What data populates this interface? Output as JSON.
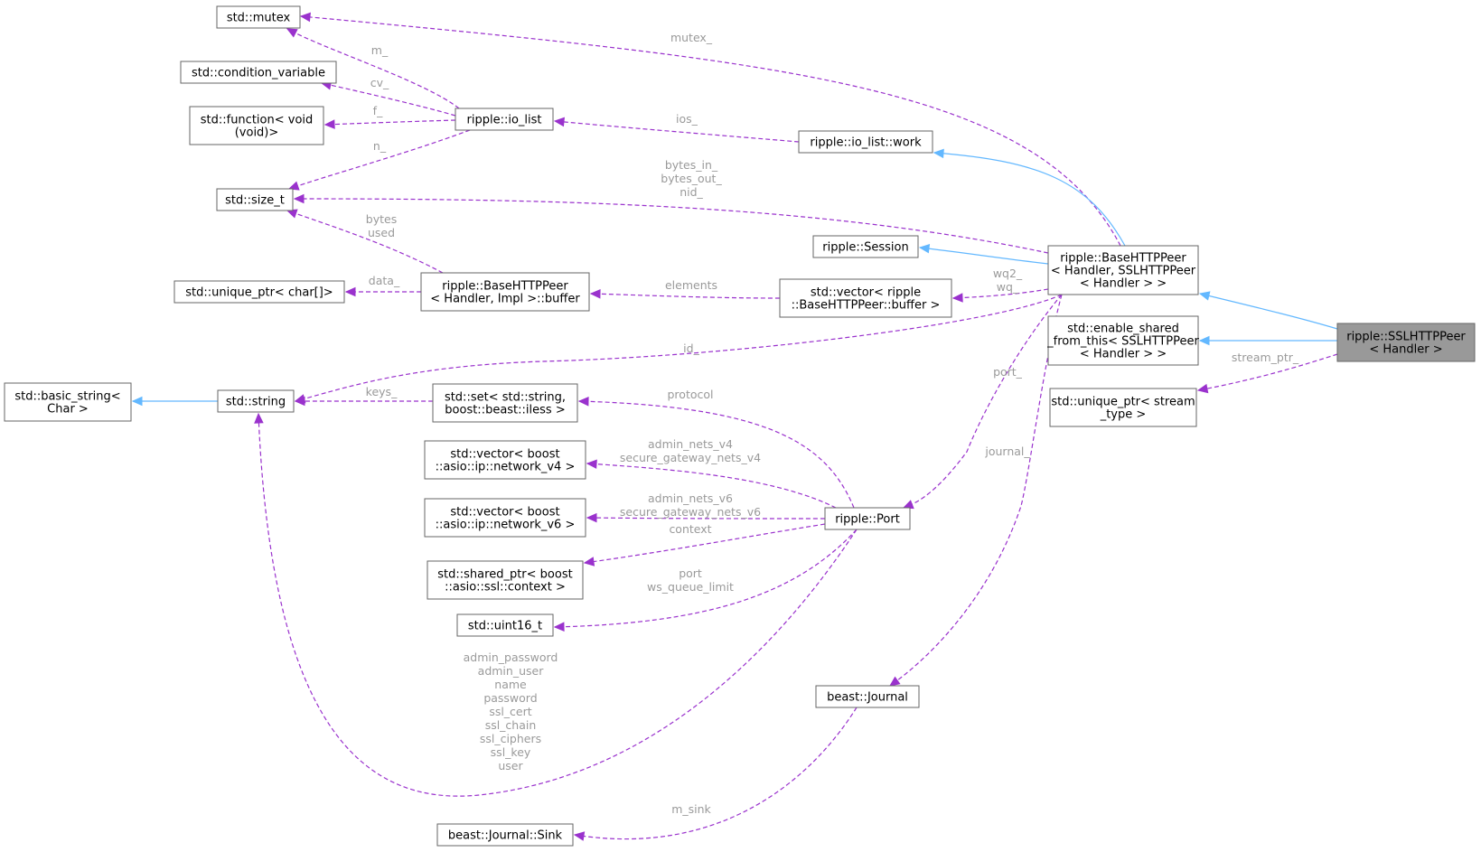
{
  "colors": {
    "usage_edge": "#9a32cd",
    "inherit_edge": "#63b8ff",
    "highlight_fill": "#999999",
    "node_border": "#666666",
    "label_text": "#9a9a9a"
  },
  "nodes": [
    {
      "id": "mutex",
      "lines": [
        "std::mutex"
      ]
    },
    {
      "id": "condvar",
      "lines": [
        "std::condition_variable"
      ]
    },
    {
      "id": "function",
      "lines": [
        "std::function< void",
        "(void)>"
      ]
    },
    {
      "id": "size_t",
      "lines": [
        "std::size_t"
      ]
    },
    {
      "id": "unique_char",
      "lines": [
        "std::unique_ptr< char[]>"
      ]
    },
    {
      "id": "basic_string",
      "lines": [
        "std::basic_string<",
        "Char >"
      ]
    },
    {
      "id": "string",
      "lines": [
        "std::string"
      ]
    },
    {
      "id": "io_list",
      "lines": [
        "ripple::io_list"
      ]
    },
    {
      "id": "buffer",
      "lines": [
        "ripple::BaseHTTPPeer",
        "< Handler, Impl >::buffer"
      ]
    },
    {
      "id": "set",
      "lines": [
        "std::set< std::string,",
        "boost::beast::iless >"
      ]
    },
    {
      "id": "vec_v4",
      "lines": [
        "std::vector< boost",
        "::asio::ip::network_v4 >"
      ]
    },
    {
      "id": "vec_v6",
      "lines": [
        "std::vector< boost",
        "::asio::ip::network_v6 >"
      ]
    },
    {
      "id": "shared_ssl",
      "lines": [
        "std::shared_ptr< boost",
        "::asio::ssl::context >"
      ]
    },
    {
      "id": "uint16",
      "lines": [
        "std::uint16_t"
      ]
    },
    {
      "id": "sink",
      "lines": [
        "beast::Journal::Sink"
      ]
    },
    {
      "id": "work",
      "lines": [
        "ripple::io_list::work"
      ]
    },
    {
      "id": "session",
      "lines": [
        "ripple::Session"
      ]
    },
    {
      "id": "vec_buffer",
      "lines": [
        "std::vector< ripple",
        "::BaseHTTPPeer::buffer >"
      ]
    },
    {
      "id": "port",
      "lines": [
        "ripple::Port"
      ]
    },
    {
      "id": "journal",
      "lines": [
        "beast::Journal"
      ]
    },
    {
      "id": "basehttp",
      "lines": [
        "ripple::BaseHTTPPeer",
        "< Handler, SSLHTTPPeer",
        "< Handler > >"
      ]
    },
    {
      "id": "enable_shared",
      "lines": [
        "std::enable_shared",
        "_from_this< SSLHTTPPeer",
        "< Handler > >"
      ]
    },
    {
      "id": "unique_stream",
      "lines": [
        "std::unique_ptr< stream",
        "_type >"
      ]
    },
    {
      "id": "sslhttp",
      "lines": [
        "ripple::SSLHTTPPeer",
        "< Handler >"
      ]
    }
  ],
  "edges": [
    {
      "from": "io_list",
      "to": "mutex",
      "kind": "usage",
      "labels": [
        "m_"
      ]
    },
    {
      "from": "io_list",
      "to": "condvar",
      "kind": "usage",
      "labels": [
        "cv_"
      ]
    },
    {
      "from": "io_list",
      "to": "function",
      "kind": "usage",
      "labels": [
        "f_"
      ]
    },
    {
      "from": "io_list",
      "to": "size_t",
      "kind": "usage",
      "labels": [
        "n_"
      ]
    },
    {
      "from": "buffer",
      "to": "size_t",
      "kind": "usage",
      "labels": [
        "bytes",
        "used"
      ]
    },
    {
      "from": "buffer",
      "to": "unique_char",
      "kind": "usage",
      "labels": [
        "data_"
      ]
    },
    {
      "from": "string",
      "to": "basic_string",
      "kind": "inherit",
      "labels": []
    },
    {
      "from": "set",
      "to": "string",
      "kind": "usage",
      "labels": [
        "keys_"
      ]
    },
    {
      "from": "work",
      "to": "io_list",
      "kind": "usage",
      "labels": [
        "ios_"
      ]
    },
    {
      "from": "vec_buffer",
      "to": "buffer",
      "kind": "usage",
      "labels": [
        "elements"
      ]
    },
    {
      "from": "port",
      "to": "set",
      "kind": "usage",
      "labels": [
        "protocol"
      ]
    },
    {
      "from": "port",
      "to": "vec_v4",
      "kind": "usage",
      "labels": [
        "admin_nets_v4",
        "secure_gateway_nets_v4"
      ]
    },
    {
      "from": "port",
      "to": "vec_v6",
      "kind": "usage",
      "labels": [
        "admin_nets_v6",
        "secure_gateway_nets_v6"
      ]
    },
    {
      "from": "port",
      "to": "shared_ssl",
      "kind": "usage",
      "labels": [
        "context"
      ]
    },
    {
      "from": "port",
      "to": "uint16",
      "kind": "usage",
      "labels": [
        "port",
        "ws_queue_limit"
      ]
    },
    {
      "from": "port",
      "to": "string",
      "kind": "usage",
      "labels": [
        "admin_password",
        "admin_user",
        "name",
        "password",
        "ssl_cert",
        "ssl_chain",
        "ssl_ciphers",
        "ssl_key",
        "user"
      ]
    },
    {
      "from": "journal",
      "to": "sink",
      "kind": "usage",
      "labels": [
        "m_sink"
      ]
    },
    {
      "from": "basehttp",
      "to": "mutex",
      "kind": "usage",
      "labels": [
        "mutex_"
      ]
    },
    {
      "from": "basehttp",
      "to": "work",
      "kind": "inherit",
      "labels": []
    },
    {
      "from": "basehttp",
      "to": "size_t",
      "kind": "usage",
      "labels": [
        "bytes_in_",
        "bytes_out_",
        "nid_"
      ]
    },
    {
      "from": "basehttp",
      "to": "session",
      "kind": "inherit",
      "labels": []
    },
    {
      "from": "basehttp",
      "to": "vec_buffer",
      "kind": "usage",
      "labels": [
        "wq2_",
        "wq_"
      ]
    },
    {
      "from": "basehttp",
      "to": "string",
      "kind": "usage",
      "labels": [
        "id_"
      ]
    },
    {
      "from": "basehttp",
      "to": "port",
      "kind": "usage",
      "labels": [
        "port_"
      ]
    },
    {
      "from": "basehttp",
      "to": "journal",
      "kind": "usage",
      "labels": [
        "journal_"
      ]
    },
    {
      "from": "sslhttp",
      "to": "basehttp",
      "kind": "inherit",
      "labels": []
    },
    {
      "from": "sslhttp",
      "to": "enable_shared",
      "kind": "inherit",
      "labels": []
    },
    {
      "from": "sslhttp",
      "to": "unique_stream",
      "kind": "usage",
      "labels": [
        "stream_ptr_"
      ]
    }
  ]
}
